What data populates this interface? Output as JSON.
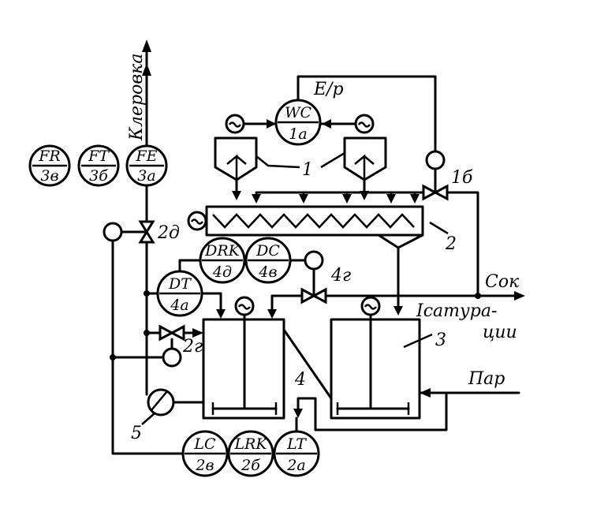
{
  "flows": {
    "klerovka": "Клеровка",
    "er": "E/p",
    "sok": "Сок",
    "saturation_1": "Iсатура-",
    "saturation_2": "ции",
    "steam": "Пар"
  },
  "instruments": [
    {
      "id": "fr3v",
      "top": "FR",
      "bottom": "3в"
    },
    {
      "id": "ft3b",
      "top": "FT",
      "bottom": "3б"
    },
    {
      "id": "fe3a",
      "top": "FE",
      "bottom": "3а"
    },
    {
      "id": "wc1a",
      "top": "WC",
      "bottom": "1а"
    },
    {
      "id": "drk4d",
      "top": "DRK",
      "bottom": "4д"
    },
    {
      "id": "dc4v",
      "top": "DC",
      "bottom": "4в"
    },
    {
      "id": "dt4a",
      "top": "DT",
      "bottom": "4а"
    },
    {
      "id": "lc2v",
      "top": "LC",
      "bottom": "2в"
    },
    {
      "id": "lrk2b",
      "top": "LRK",
      "bottom": "2б"
    },
    {
      "id": "lt2a",
      "top": "LT",
      "bottom": "2а"
    }
  ],
  "labels": {
    "hoppers": "1",
    "screw": "2",
    "tank3": "3",
    "tank4": "4",
    "pump": "5",
    "valve1b": "1б",
    "valve2d": "2д",
    "valve4g": "4г",
    "valve2g": "2г"
  }
}
